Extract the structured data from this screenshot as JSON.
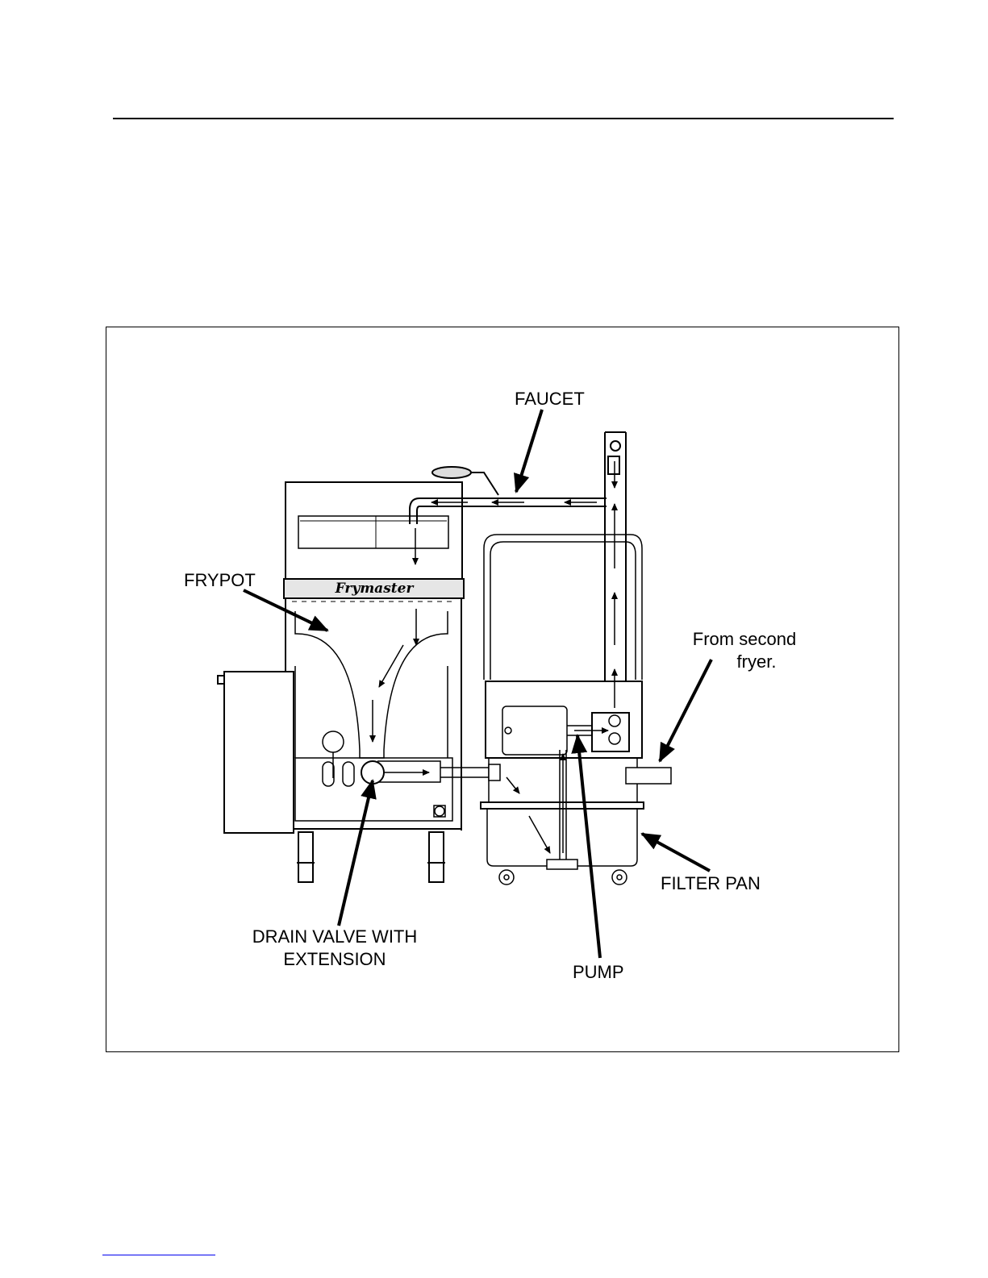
{
  "figure": {
    "labels": {
      "faucet": "FAUCET",
      "frypot": "FRYPOT",
      "from_second_line1": "From second",
      "from_second_line2": "fryer.",
      "filter_pan": "FILTER PAN",
      "drain_line1": "DRAIN VALVE WITH",
      "drain_line2": "EXTENSION",
      "pump": "PUMP"
    },
    "brand": "Frymaster"
  },
  "colors": {
    "line": "#000000",
    "background": "#ffffff"
  }
}
